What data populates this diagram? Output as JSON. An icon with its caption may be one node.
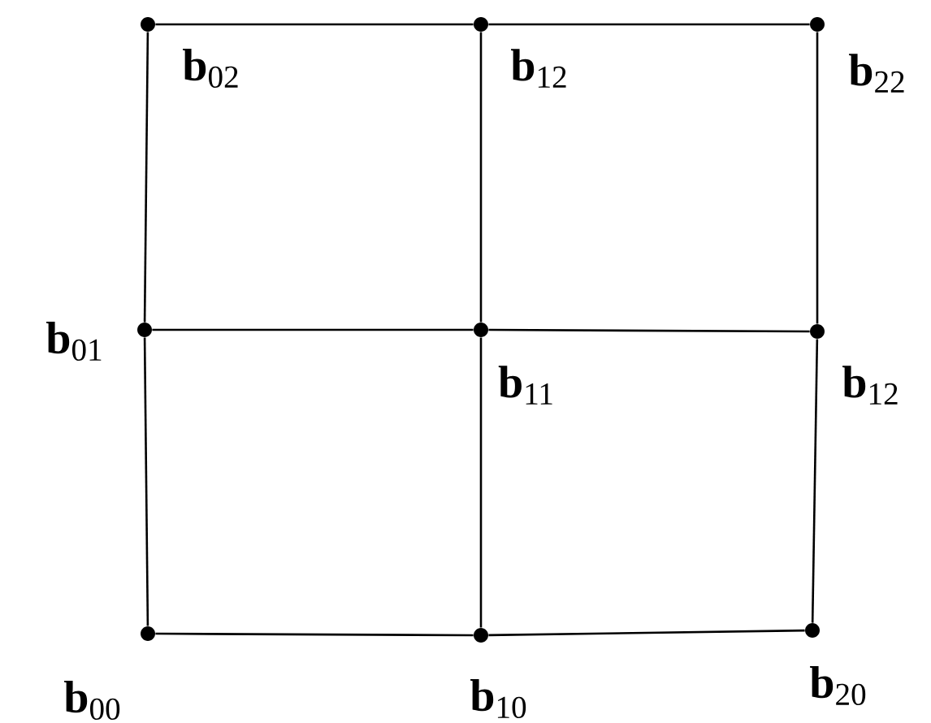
{
  "diagram": {
    "nodes": [
      {
        "text": [],
        "shape": "circle",
        "beside": [
          "**b**$_{02}$"
        ]
      },
      {
        "text": [],
        "shape": "circle",
        "beside": [
          "**b**$_{12}$"
        ]
      },
      {
        "text": [],
        "shape": "circle",
        "beside": [
          "**b**$_{22}$"
        ]
      },
      {
        "text": [],
        "shape": "circle",
        "beside": [
          "**b**$_{01}$"
        ]
      },
      {
        "text": [],
        "shape": "circle",
        "beside": [
          "**b**$_{11}$"
        ]
      },
      {
        "text": [],
        "shape": "circle",
        "beside": [
          "**b**$_{12}$"
        ]
      },
      {
        "text": [],
        "shape": "circle",
        "beside": [
          "**b**$_{00}$"
        ]
      },
      {
        "text": [],
        "shape": "circle",
        "beside": [
          "**b**$_{10}$"
        ]
      },
      {
        "text": [],
        "shape": "circle",
        "beside": [
          "**b**$_{20}$"
        ]
      }
    ],
    "edges": [
      {
        "from": 0,
        "to": 1,
        "arrow": "none"
      },
      {
        "from": 1,
        "to": 2,
        "arrow": "none"
      },
      {
        "from": 3,
        "to": 4,
        "arrow": "none"
      },
      {
        "from": 4,
        "to": 5,
        "arrow": "none"
      },
      {
        "from": 6,
        "to": 7,
        "arrow": "none"
      },
      {
        "from": 7,
        "to": 8,
        "arrow": "none"
      },
      {
        "from": 0,
        "to": 3,
        "arrow": "none"
      },
      {
        "from": 3,
        "to": 6,
        "arrow": "none"
      },
      {
        "from": 1,
        "to": 4,
        "arrow": "none"
      },
      {
        "from": 4,
        "to": 7,
        "arrow": "none"
      },
      {
        "from": 2,
        "to": 5,
        "arrow": "none"
      },
      {
        "from": 5,
        "to": 8,
        "arrow": "none"
      }
    ]
  }
}
